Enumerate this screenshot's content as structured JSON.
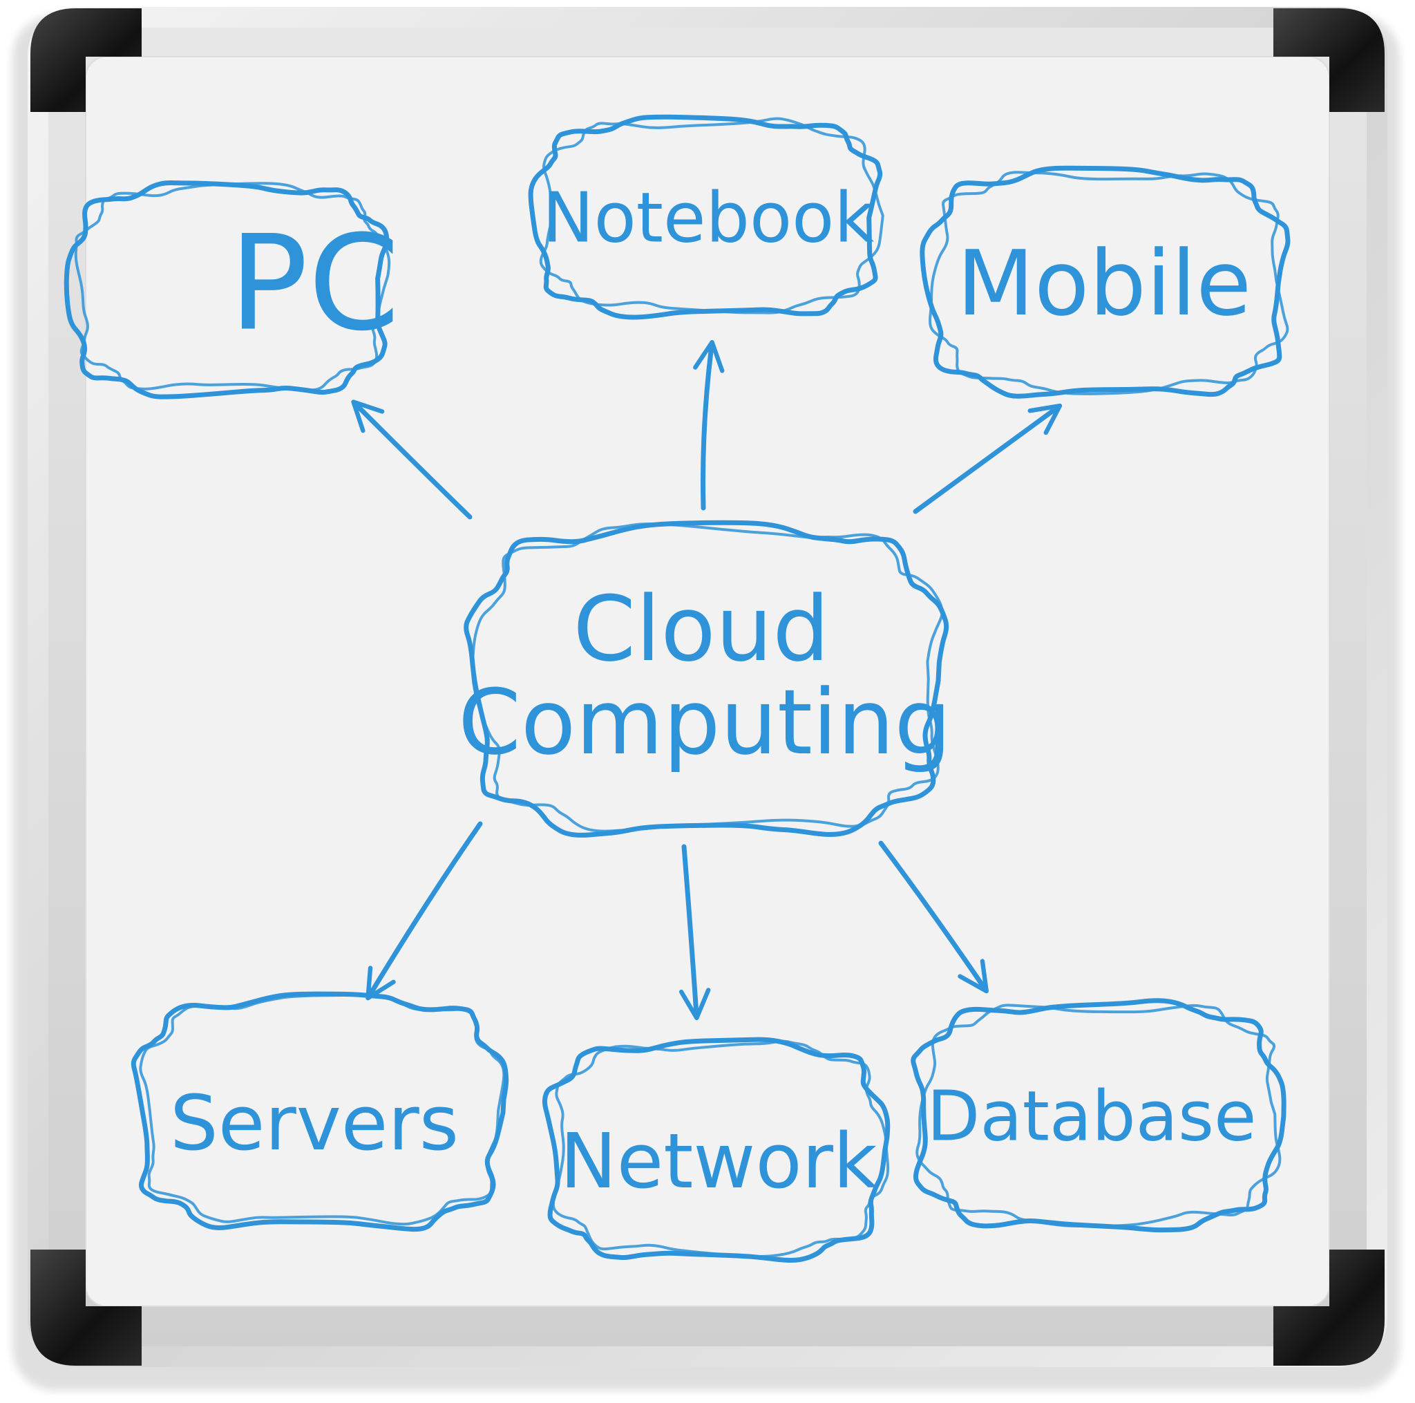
{
  "colors": {
    "ink": "#2e93d8",
    "board": "#f2f2f2",
    "frame": "#c8c8c8",
    "corner": "#1a1a1a"
  },
  "diagram": {
    "center": {
      "label_line1": "Cloud",
      "label_line2": "Computing"
    },
    "nodes": {
      "pc": "PC",
      "notebook": "Notebook",
      "mobile": "Mobile",
      "servers": "Servers",
      "network": "Network",
      "database": "Database"
    },
    "edges": [
      {
        "from": "center",
        "to": "pc",
        "direction": "outward"
      },
      {
        "from": "center",
        "to": "notebook",
        "direction": "outward"
      },
      {
        "from": "center",
        "to": "mobile",
        "direction": "outward"
      },
      {
        "from": "center",
        "to": "servers",
        "direction": "outward"
      },
      {
        "from": "center",
        "to": "network",
        "direction": "outward"
      },
      {
        "from": "center",
        "to": "database",
        "direction": "outward"
      }
    ]
  }
}
